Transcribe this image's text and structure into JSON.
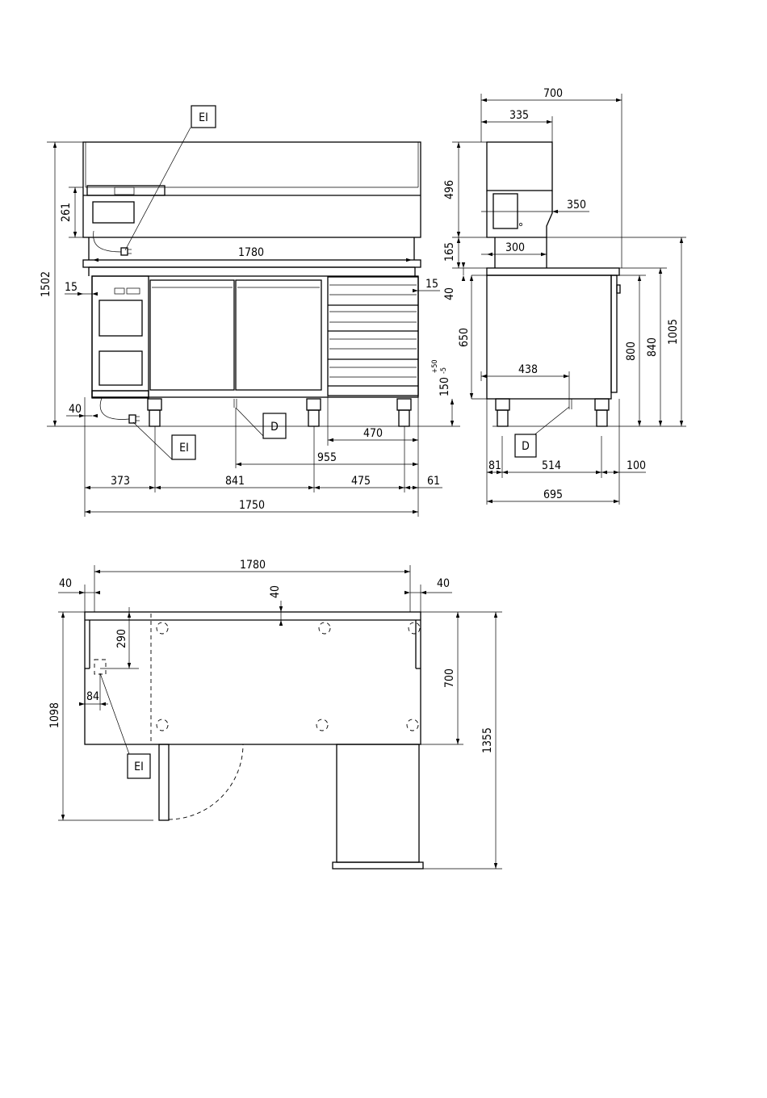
{
  "labels": {
    "ei": "EI",
    "d": "D"
  },
  "dimensions": {
    "front": {
      "d1780": "1780",
      "d261": "261",
      "d1502": "1502",
      "d15_left": "15",
      "d15_right": "15",
      "d40": "40",
      "d470": "470",
      "d955": "955",
      "d373": "373",
      "d841": "841",
      "d475": "475",
      "d61": "61",
      "d1750": "1750"
    },
    "side": {
      "d700": "700",
      "d335": "335",
      "d496": "496",
      "d350": "350",
      "d165": "165",
      "d300": "300",
      "d40": "40",
      "d650": "650",
      "d150": "150",
      "tol_plus": "+50",
      "tol_minus": "-5",
      "d438": "438",
      "d800": "800",
      "d840": "840",
      "d1005": "1005",
      "d81": "81",
      "d514": "514",
      "d100": "100",
      "d695": "695"
    },
    "plan": {
      "d1780": "1780",
      "d40_left": "40",
      "d40_right": "40",
      "d40_top": "40",
      "d290": "290",
      "d84": "84",
      "d1098": "1098",
      "d700": "700",
      "d1355": "1355"
    }
  }
}
